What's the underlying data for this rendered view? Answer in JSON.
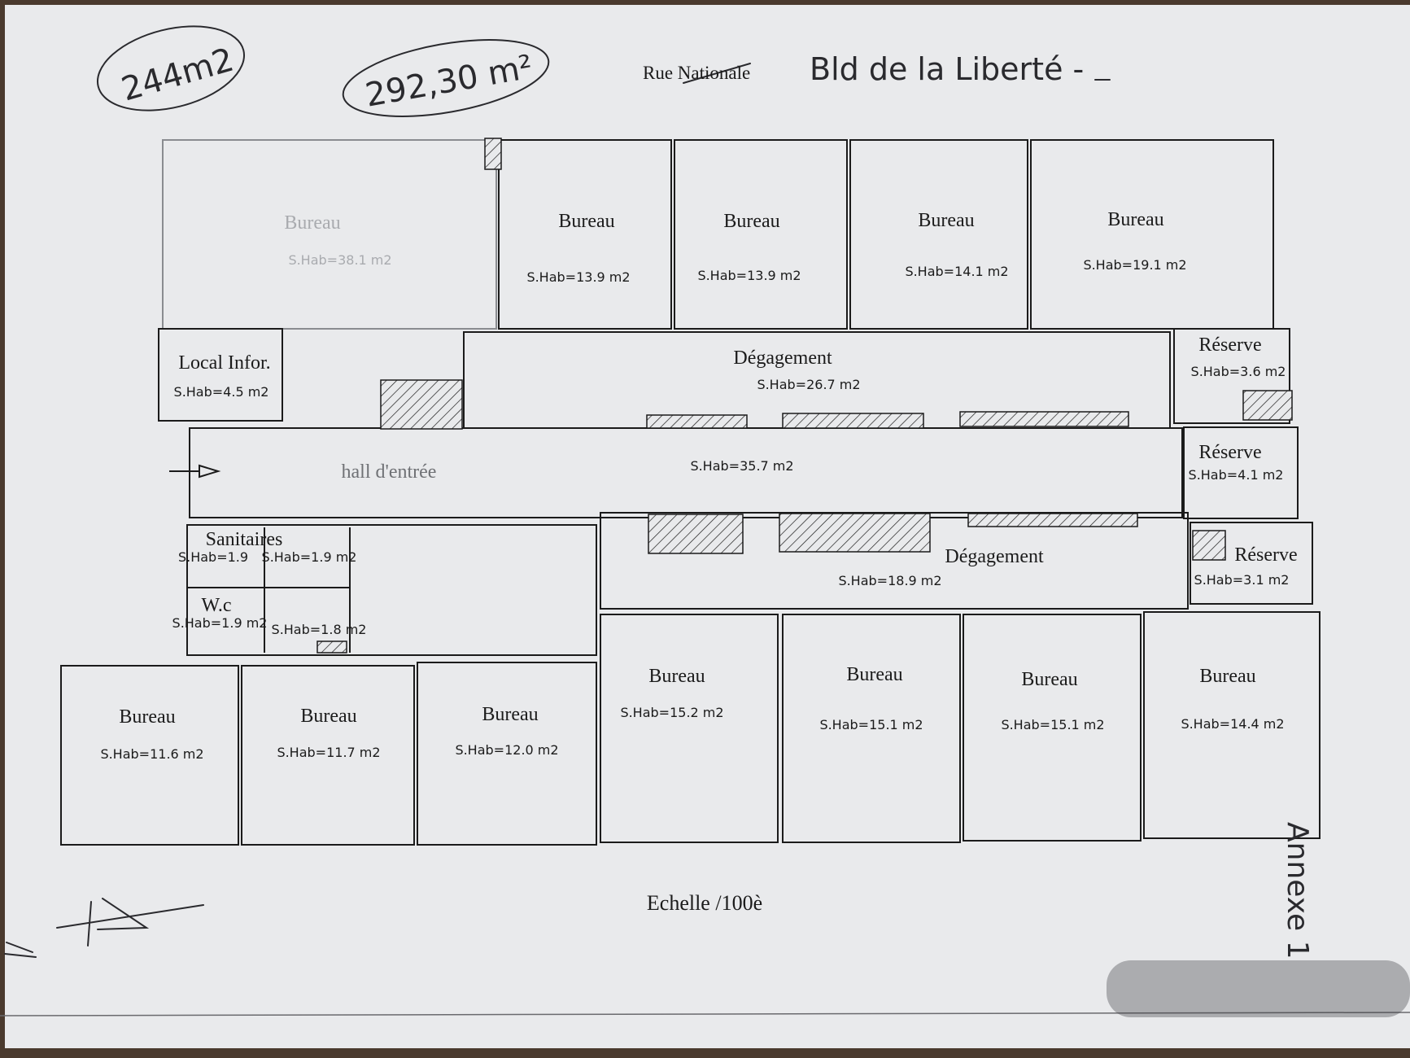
{
  "handwritten": {
    "area_note_1": "244m2",
    "area_note_2": "292,30 m²",
    "street_note": "Bld de la Liberté -",
    "annex_note": "Annexe 1"
  },
  "street_label": "Rue Nationale",
  "scale_label": "Echelle /100è",
  "rooms": {
    "bureau_faded": {
      "name": "Bureau",
      "area": "S.Hab=38.1 m2"
    },
    "bureau_t1": {
      "name": "Bureau",
      "area": "S.Hab=13.9  m2"
    },
    "bureau_t2": {
      "name": "Bureau",
      "area": "S.Hab=13.9  m2"
    },
    "bureau_t3": {
      "name": "Bureau",
      "area": "S.Hab=14.1  m2"
    },
    "bureau_t4": {
      "name": "Bureau",
      "area": "S.Hab=19.1  m2"
    },
    "local_infor": {
      "name": "Local Infor.",
      "area": "S.Hab=4.5  m2"
    },
    "degagement_top": {
      "name": "Dégagement",
      "area": "S.Hab=26.7  m2"
    },
    "reserve_1": {
      "name": "Réserve",
      "area": "S.Hab=3.6  m2"
    },
    "hall": {
      "name": "hall d'entrée",
      "area": "S.Hab=35.7  m2"
    },
    "reserve_2": {
      "name": "Réserve",
      "area": "S.Hab=4.1  m2"
    },
    "sanitaires": {
      "name": "Sanitaires",
      "area_a": "S.Hab=1.9",
      "area_b": "S.Hab=1.9  m2"
    },
    "wc": {
      "name": "W.c",
      "area_a": "S.Hab=1.9  m2",
      "area_b": "S.Hab=1.8  m2"
    },
    "degagement_bottom": {
      "name": "Dégagement",
      "area": "S.Hab=18.9  m2"
    },
    "reserve_3": {
      "name": "Réserve",
      "area": "S.Hab=3.1  m2"
    },
    "bureau_b1": {
      "name": "Bureau",
      "area": "S.Hab=11.6  m2"
    },
    "bureau_b2": {
      "name": "Bureau",
      "area": "S.Hab=11.7  m2"
    },
    "bureau_b3": {
      "name": "Bureau",
      "area": "S.Hab=12.0  m2"
    },
    "bureau_b4": {
      "name": "Bureau",
      "area": "S.Hab=15.2  m2"
    },
    "bureau_b5": {
      "name": "Bureau",
      "area": "S.Hab=15.1  m2"
    },
    "bureau_b6": {
      "name": "Bureau",
      "area": "S.Hab=15.1  m2"
    },
    "bureau_b7": {
      "name": "Bureau",
      "area": "S.Hab=14.4  m2"
    }
  },
  "colors": {
    "ink": "#1b1b1b",
    "paper": "#e9eaec",
    "faded_ink": "#a9abaf",
    "pen": "#2a2a2e"
  }
}
